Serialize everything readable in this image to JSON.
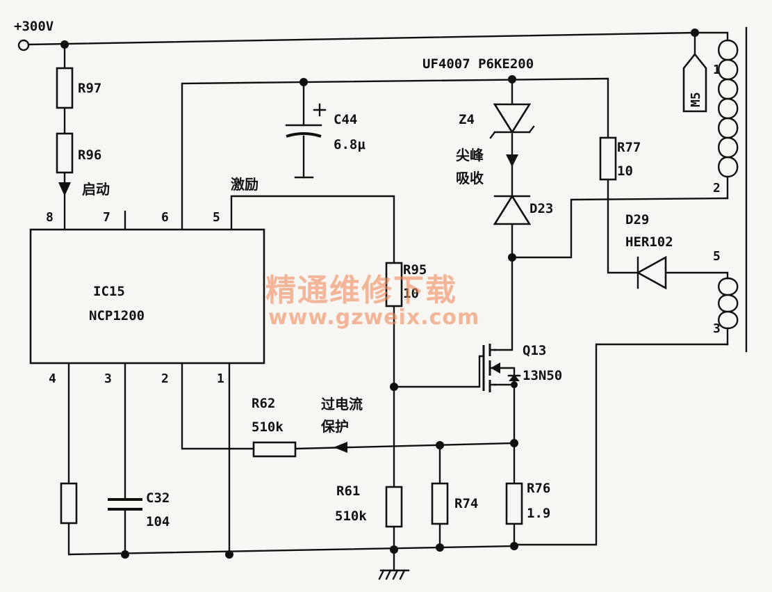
{
  "supply_label": "+300V",
  "ic": {
    "ref": "IC15",
    "part": "NCP1200",
    "pins": {
      "p1": "1",
      "p2": "2",
      "p3": "3",
      "p4": "4",
      "p5": "5",
      "p6": "6",
      "p7": "7",
      "p8": "8"
    }
  },
  "components": {
    "r97": "R97",
    "r96": "R96",
    "c44_ref": "C44",
    "c44_val": "6.8μ",
    "z4": "Z4",
    "d23": "D23",
    "diode_parts": "UF4007 P6KE200",
    "r77_ref": "R77",
    "r77_val": "10",
    "r95_ref": "R95",
    "r95_val": "10",
    "d29_ref": "D29",
    "d29_part": "HER102",
    "q13_ref": "Q13",
    "q13_part": "13N50",
    "r62_ref": "R62",
    "r62_val": "510k",
    "r61_ref": "R61",
    "r61_val": "510k",
    "r74": "R74",
    "r76_ref": "R76",
    "r76_val": "1.9",
    "c32_ref": "C32",
    "c32_val": "104",
    "m5": "M5"
  },
  "annotations": {
    "startup": "启动",
    "drive": "激励",
    "spike_1": "尖峰",
    "spike_2": "吸收",
    "ocp_1": "过电流",
    "ocp_2": "保护"
  },
  "transformer_pins": {
    "t1": "1",
    "t2": "2",
    "t3": "3",
    "t5": "5"
  },
  "watermark": {
    "line1": "精通维修下载",
    "line2": "www.gzweix.com"
  }
}
